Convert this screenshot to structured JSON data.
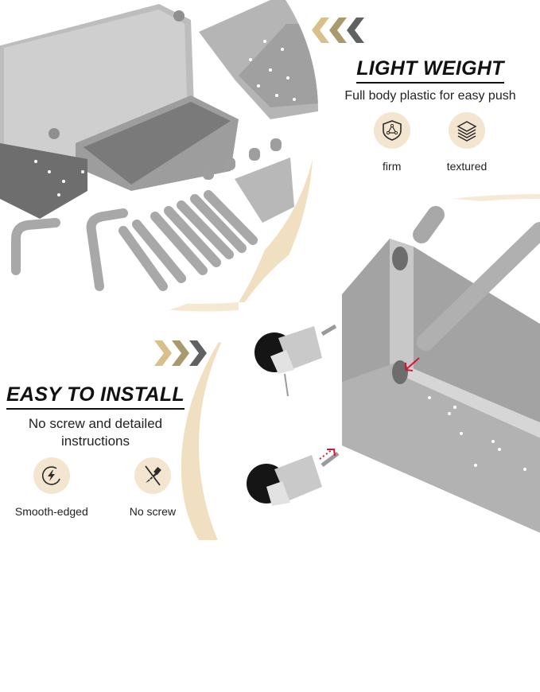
{
  "colors": {
    "accent_beige": "#f1dfc2",
    "badge_bg": "#f3e5cf",
    "chevron_colors": [
      "#d9c08a",
      "#a99a6e",
      "#5f6162"
    ],
    "plastic_gray": "#a9a9a9",
    "arrow_red": "#d4183a"
  },
  "top_feature": {
    "headline": "LIGHT WEIGHT",
    "description": "Full body plastic for easy push",
    "chevron_direction": "left",
    "badges": [
      {
        "icon": "shield-triangle-icon",
        "label": "firm"
      },
      {
        "icon": "layers-icon",
        "label": "textured"
      }
    ]
  },
  "bottom_feature": {
    "headline": "EASY TO INSTALL",
    "description_line1": "No screw and detailed",
    "description_line2": "instructions",
    "chevron_direction": "right",
    "badges": [
      {
        "icon": "lightning-circle-icon",
        "label": "Smooth-edged"
      },
      {
        "icon": "no-screw-icon",
        "label": "No screw"
      }
    ]
  }
}
